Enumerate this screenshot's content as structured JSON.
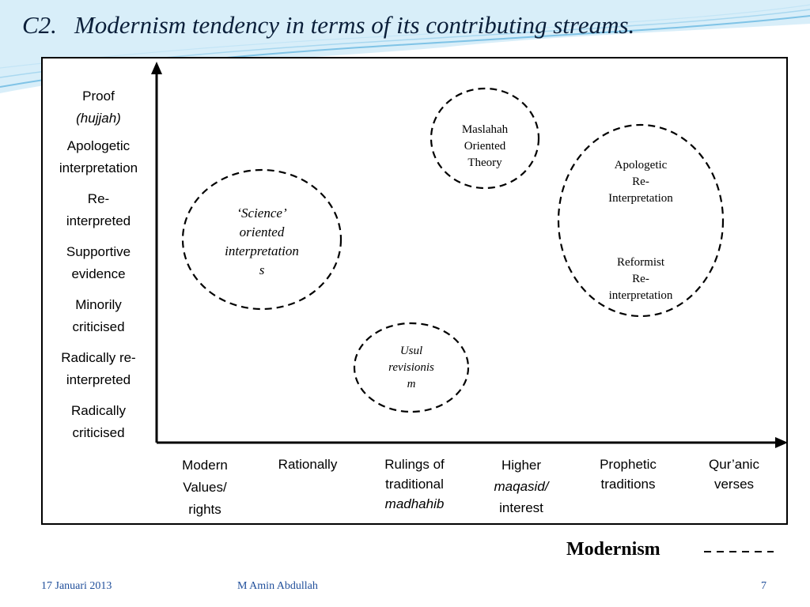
{
  "slide": {
    "number_label": "C2.",
    "title": "Modernism tendency in terms of its contributing streams."
  },
  "y_axis": [
    {
      "line1": "Proof",
      "line2": "(hujjah)"
    },
    {
      "line1": "Apologetic",
      "line2": "interpretation"
    },
    {
      "line1": "Re-",
      "line2": "interpreted"
    },
    {
      "line1": "Supportive",
      "line2": "evidence"
    },
    {
      "line1": "Minorily",
      "line2": "criticised"
    },
    {
      "line1": "Radically re-",
      "line2": "interpreted"
    },
    {
      "line1": "Radically",
      "line2": "criticised"
    }
  ],
  "x_axis": [
    {
      "line1": "Modern",
      "line2": "Values/",
      "line3": "rights"
    },
    {
      "line1": "Rationally",
      "line2": "",
      "line3": ""
    },
    {
      "line1": "Rulings of",
      "line2": "traditional",
      "line3": "madhahib"
    },
    {
      "line1": "Higher",
      "line2": "maqasid/",
      "line3": "interest"
    },
    {
      "line1": "Prophetic",
      "line2": "traditions",
      "line3": ""
    },
    {
      "line1": "Qur’anic",
      "line2": "verses",
      "line3": ""
    }
  ],
  "clusters": {
    "science": {
      "l1": "‘Science’",
      "l2": "oriented",
      "l3": "interpretation",
      "l4": "s"
    },
    "maslahah": {
      "l1": "Maslahah",
      "l2": "Oriented",
      "l3": "Theory"
    },
    "usul": {
      "l1": "Usul",
      "l2": "revisionis",
      "l3": "m"
    },
    "apologetic": {
      "l1": "Apologetic",
      "l2": "Re-",
      "l3": "Interpretation"
    },
    "reformist": {
      "l1": "Reformist",
      "l2": "Re-",
      "l3": "interpretation"
    }
  },
  "legend": {
    "label": "Modernism"
  },
  "footer": {
    "date": "17 Januari 2013",
    "author": "M Amin Abdullah",
    "page": "7"
  },
  "colors": {
    "title": "#0b1f3a",
    "footer": "#1f4e9a",
    "wave": "#7fc3e6"
  }
}
